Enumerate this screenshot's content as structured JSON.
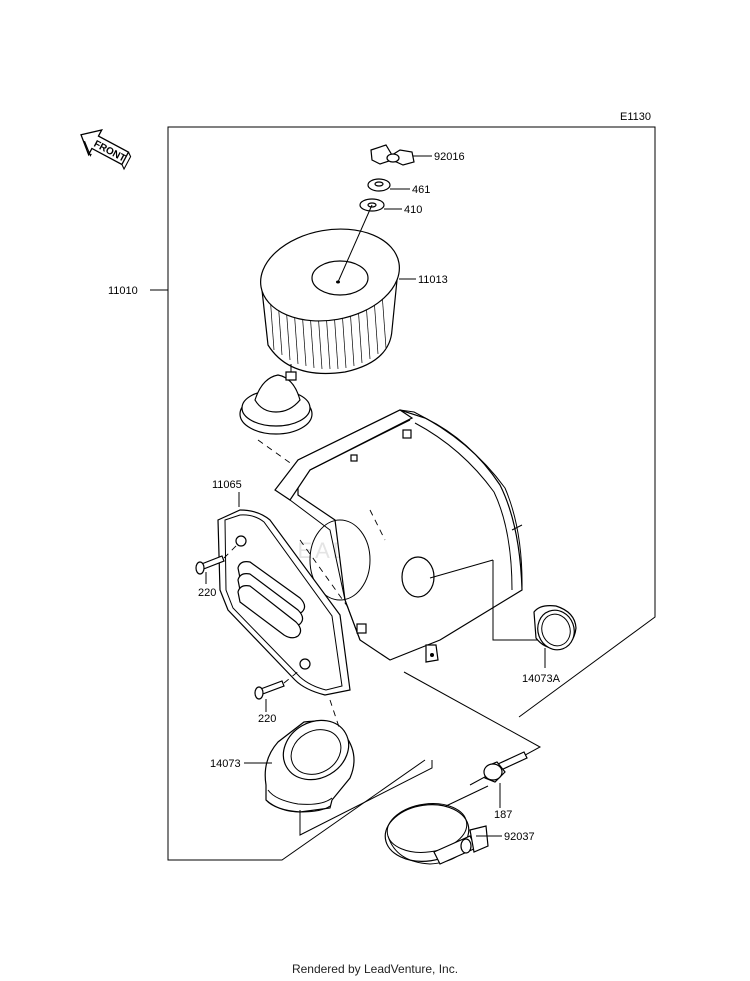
{
  "diagram": {
    "code": "E1130",
    "front_label": "FRONT",
    "watermark": "LEADVENTURE",
    "parts": [
      {
        "id": "92016"
      },
      {
        "id": "461"
      },
      {
        "id": "410"
      },
      {
        "id": "11013"
      },
      {
        "id": "11010"
      },
      {
        "id": "11065"
      },
      {
        "id": "220"
      },
      {
        "id": "220"
      },
      {
        "id": "14073A"
      },
      {
        "id": "14073"
      },
      {
        "id": "187"
      },
      {
        "id": "92037"
      }
    ]
  },
  "footer": {
    "text": "Rendered by LeadVenture, Inc."
  }
}
